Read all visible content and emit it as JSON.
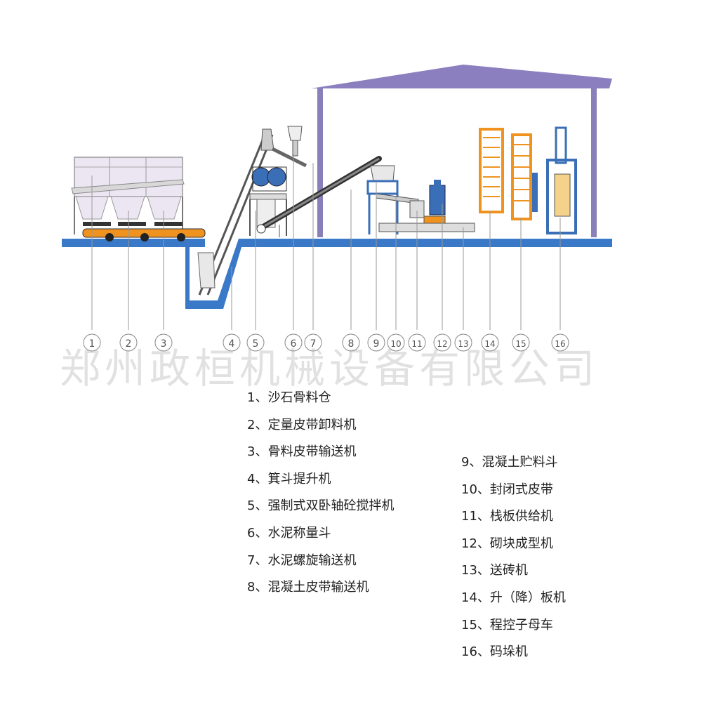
{
  "watermark": "郑州政桓机械设备有限公司",
  "numbers": [
    "1",
    "2",
    "3",
    "4",
    "5",
    "6",
    "7",
    "8",
    "9",
    "10",
    "11",
    "12",
    "13",
    "14",
    "15",
    "16"
  ],
  "legend_left": [
    "1、沙石骨料仓",
    "2、定量皮带卸料机",
    "3、骨料皮带输送机",
    "4、箕斗提升机",
    "5、强制式双卧轴砼搅拌机",
    "6、水泥称量斗",
    "7、水泥螺旋输送机",
    "8、混凝土皮带输送机"
  ],
  "legend_right": [
    "9、混凝土贮料斗",
    "10、封闭式皮带",
    "11、栈板供给机",
    "12、砌块成型机",
    "13、送砖机",
    "14、升（降）板机",
    "15、程控子母车",
    "16、码垛机"
  ],
  "colors": {
    "ground": "#3a78c8",
    "roof": "#8c7fbf",
    "frame": "#7b6fa8",
    "orange": "#f0921e",
    "hopper": "#ece6f3",
    "machine": "#3a6fb8"
  }
}
